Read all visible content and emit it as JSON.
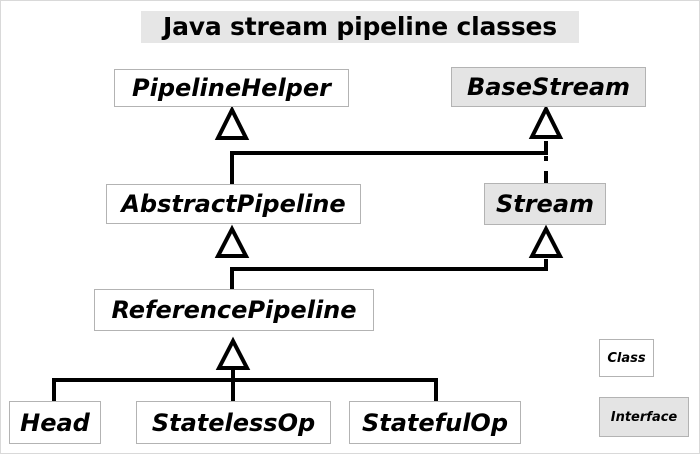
{
  "diagram": {
    "title": "Java stream pipeline classes",
    "colors": {
      "class_fill": "#ffffff",
      "interface_fill": "#e4e4e4",
      "box_stroke": "#b3b3b3",
      "line": "#000000",
      "title_highlight": "#e6e6e6",
      "canvas_border": "#d9d9d9"
    },
    "nodes": {
      "pipeline_helper": {
        "label": "PipelineHelper",
        "kind": "class"
      },
      "base_stream": {
        "label": "BaseStream",
        "kind": "interface"
      },
      "abstract_pipeline": {
        "label": "AbstractPipeline",
        "kind": "class"
      },
      "stream": {
        "label": "Stream",
        "kind": "interface"
      },
      "reference_pipeline": {
        "label": "ReferencePipeline",
        "kind": "class"
      },
      "head": {
        "label": "Head",
        "kind": "class"
      },
      "stateless_op": {
        "label": "StatelessOp",
        "kind": "class"
      },
      "stateful_op": {
        "label": "StatefulOp",
        "kind": "class"
      }
    },
    "legend": {
      "class_label": "Class",
      "interface_label": "Interface"
    },
    "relationships": [
      {
        "from": "AbstractPipeline",
        "to": "PipelineHelper",
        "type": "generalization",
        "line": "solid"
      },
      {
        "from": "AbstractPipeline",
        "to": "BaseStream",
        "type": "realization",
        "line": "solid"
      },
      {
        "from": "Stream",
        "to": "BaseStream",
        "type": "generalization",
        "line": "dashed"
      },
      {
        "from": "ReferencePipeline",
        "to": "AbstractPipeline",
        "type": "generalization",
        "line": "solid"
      },
      {
        "from": "ReferencePipeline",
        "to": "Stream",
        "type": "realization",
        "line": "solid"
      },
      {
        "from": "Head",
        "to": "ReferencePipeline",
        "type": "generalization",
        "line": "solid"
      },
      {
        "from": "StatelessOp",
        "to": "ReferencePipeline",
        "type": "generalization",
        "line": "solid"
      },
      {
        "from": "StatefulOp",
        "to": "ReferencePipeline",
        "type": "generalization",
        "line": "solid"
      }
    ]
  }
}
